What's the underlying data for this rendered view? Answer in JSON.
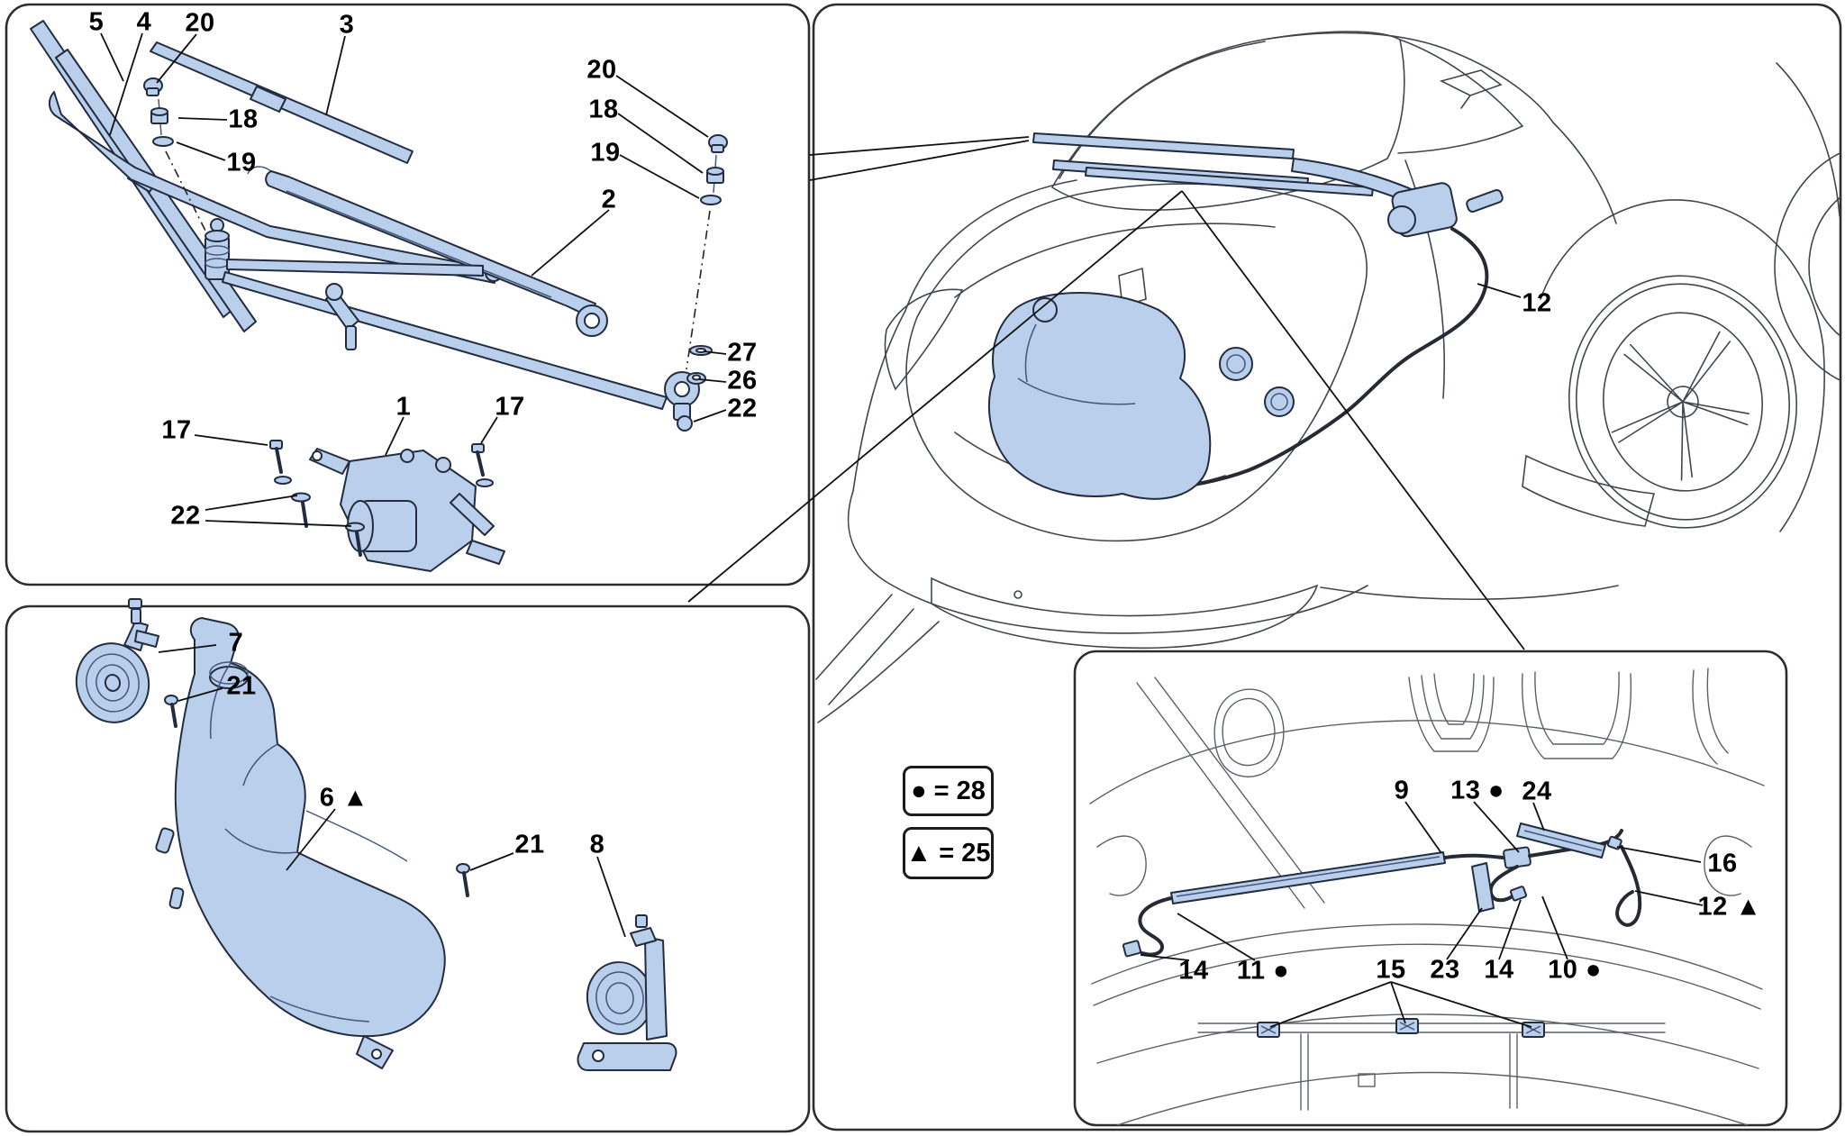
{
  "legend": {
    "circle_eq": "● = 28",
    "triangle_eq": "▲ = 25"
  },
  "callouts": {
    "wiper": {
      "c5": "5",
      "c4": "4",
      "c20a": "20",
      "c3": "3",
      "c18a": "18",
      "c19a": "19",
      "c20b": "20",
      "c18b": "18",
      "c19b": "19",
      "c2": "2",
      "c1": "1",
      "c17a": "17",
      "c17b": "17",
      "c22a": "22",
      "c27": "27",
      "c26": "26",
      "c22b": "22"
    },
    "washer": {
      "c7": "7",
      "c21a": "21",
      "c6": "6 ▲",
      "c21b": "21",
      "c8": "8"
    },
    "car": {
      "c12": "12"
    },
    "hood": {
      "c9": "9",
      "c13": "13 ●",
      "c24": "24",
      "c16": "16",
      "c12b": "12 ▲",
      "c14a": "14",
      "c11": "11 ●",
      "c15": "15",
      "c23": "23",
      "c14b": "14",
      "c10": "10 ●"
    }
  }
}
